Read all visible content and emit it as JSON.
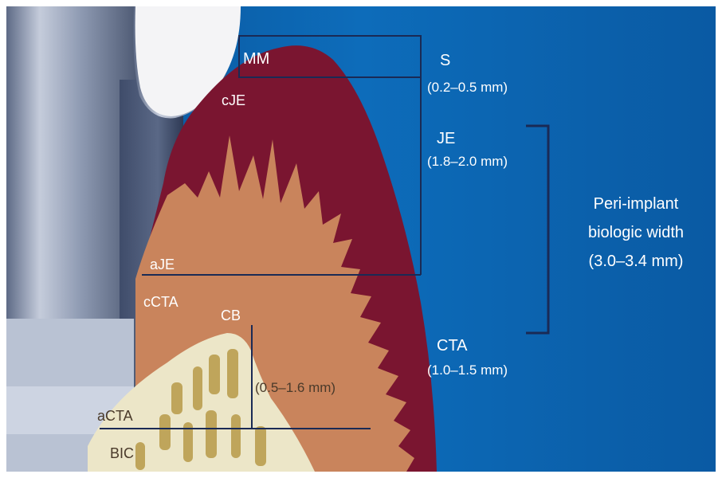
{
  "labels": {
    "mm": "MM",
    "cje": "cJE",
    "aje": "aJE",
    "ccta": "cCTA",
    "cb": "CB",
    "acta": "aCTA",
    "bic": "BIC"
  },
  "measurements": {
    "s_name": "S",
    "s_range": "(0.2–0.5 mm)",
    "je_name": "JE",
    "je_range": "(1.8–2.0 mm)",
    "cta_name": "CTA",
    "cta_range": "(1.0–1.5 mm)",
    "cb_range": "(0.5–1.6 mm)"
  },
  "biologic_width": {
    "line1": "Peri-implant",
    "line2": "biologic width",
    "line3": "(3.0–3.4 mm)"
  },
  "colors": {
    "background_blue": "#0e6bb8",
    "mucosa_maroon": "#7a1530",
    "connective_tissue": "#c9845c",
    "bone": "#ece6c8",
    "implant_grey": "#8e9ab0",
    "crown_white": "#f4f4f6",
    "guide_lines": "#1a2a55"
  }
}
